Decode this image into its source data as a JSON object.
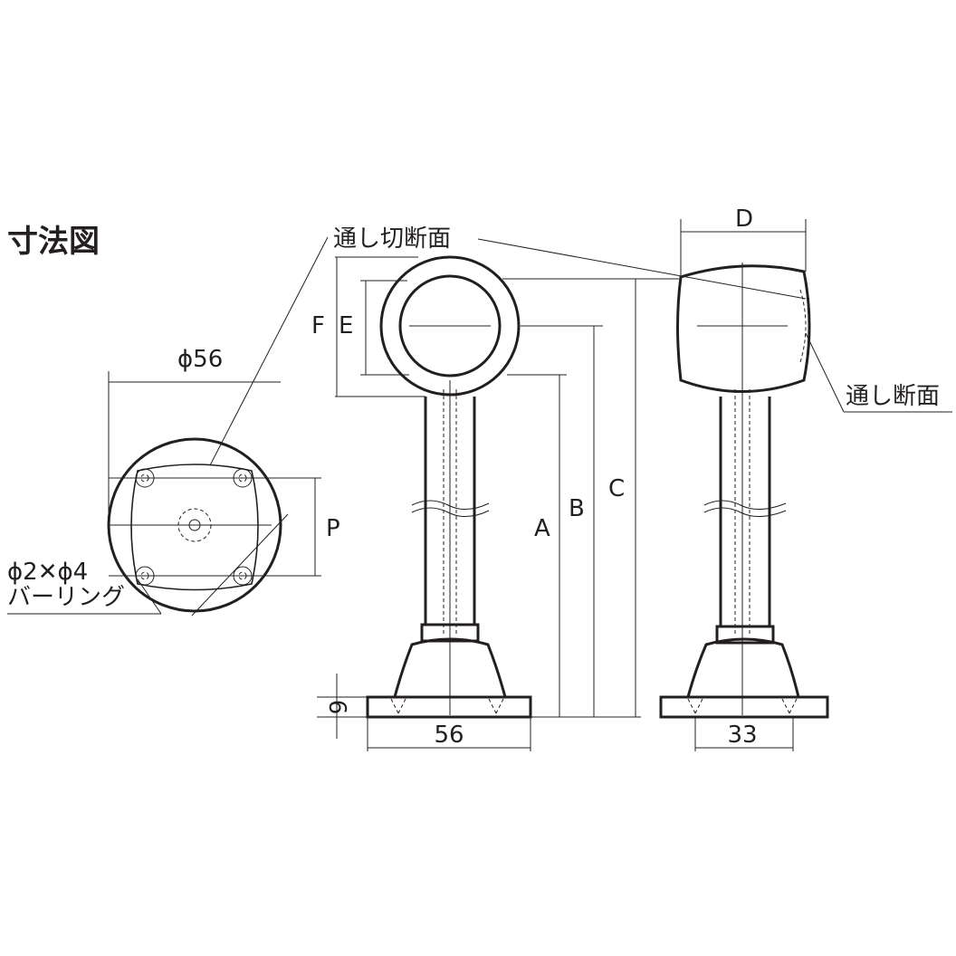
{
  "title": "寸法図",
  "labels": {
    "through_cut_section": "通し切断面",
    "through_section": "通し断面",
    "phi56": "ϕ56",
    "burring_spec": "ϕ2✕ϕ4",
    "burring": "バーリング",
    "F": "F",
    "E": "E",
    "P": "P",
    "A": "A",
    "B": "B",
    "C": "C",
    "D": "D",
    "six": "6",
    "base_width": "56",
    "base_width_side": "33"
  },
  "colors": {
    "line": "#231f20",
    "background": "#ffffff"
  }
}
